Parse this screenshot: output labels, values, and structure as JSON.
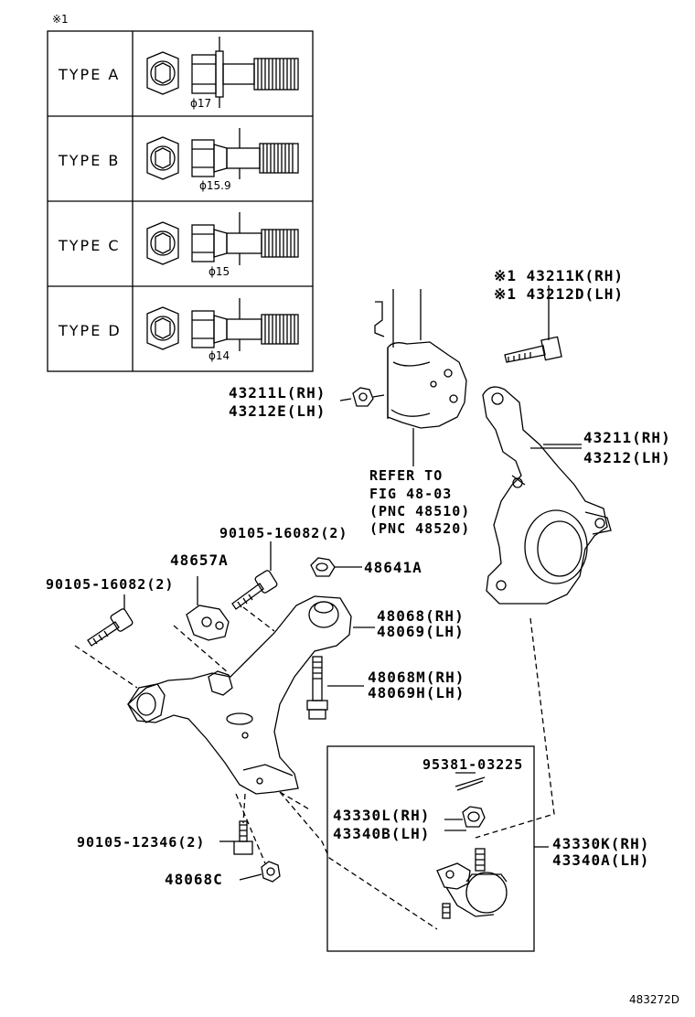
{
  "note_marker": "※1",
  "types": [
    {
      "label": "TYPE  A",
      "diameter": "ϕ17"
    },
    {
      "label": "TYPE  B",
      "diameter": "ϕ15.9"
    },
    {
      "label": "TYPE  C",
      "diameter": "ϕ15"
    },
    {
      "label": "TYPE  D",
      "diameter": "ϕ14"
    }
  ],
  "parts": {
    "p43211k": "※1 43211K(RH)",
    "p43212d": "※1 43212D(LH)",
    "p43211l": "43211L(RH)",
    "p43212e": "43212E(LH)",
    "p43211": "43211(RH)",
    "p43212": "43212(LH)",
    "refer1": "REFER TO",
    "refer2": "FIG 48-03",
    "refer3": "(PNC 48510)",
    "refer4": "(PNC 48520)",
    "p90105a": "90105-16082(2)",
    "p90105b": "90105-16082(2)",
    "p48657a": "48657A",
    "p48641a": "48641A",
    "p48068": "48068(RH)",
    "p48069": "48069(LH)",
    "p48068m": "48068M(RH)",
    "p48069h": "48069H(LH)",
    "p95381": "95381-03225",
    "p43330l": "43330L(RH)",
    "p43340b": "43340B(LH)",
    "p43330k": "43330K(RH)",
    "p43340a": "43340A(LH)",
    "p90105c": "90105-12346(2)",
    "p48068c": "48068C"
  },
  "figure_id": "483272D"
}
